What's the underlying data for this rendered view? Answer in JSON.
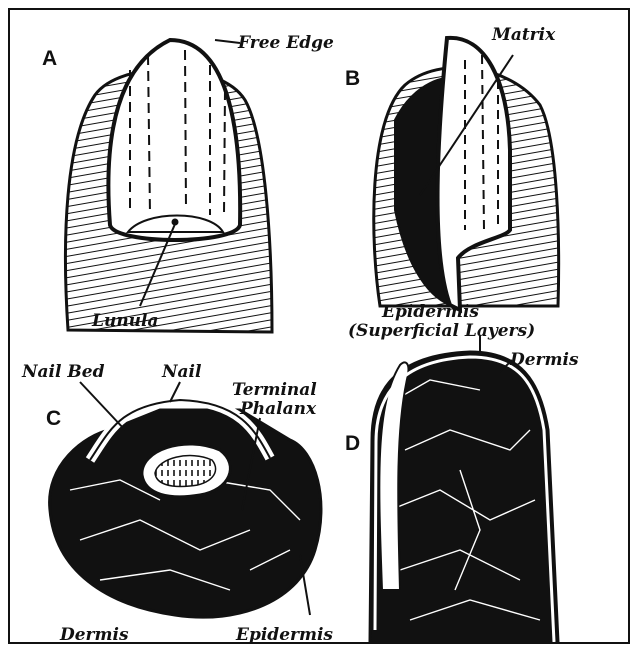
{
  "colors": {
    "ink": "#111111",
    "paper": "#ffffff"
  },
  "panels": {
    "a": {
      "letter": "A",
      "free_edge": "Free Edge",
      "lunula": "Lunula"
    },
    "b": {
      "letter": "B",
      "matrix": "Matrix"
    },
    "c": {
      "letter": "C",
      "nail_bed": "Nail Bed",
      "nail": "Nail",
      "terminal": "Terminal",
      "phalanx": "Phalanx",
      "dermis": "Dermis",
      "epidermis": "Epidermis"
    },
    "d": {
      "letter": "D",
      "epidermis": "Epidermis",
      "superficial_layers": "(Superficial Layers)",
      "dermis": "Dermis"
    }
  }
}
